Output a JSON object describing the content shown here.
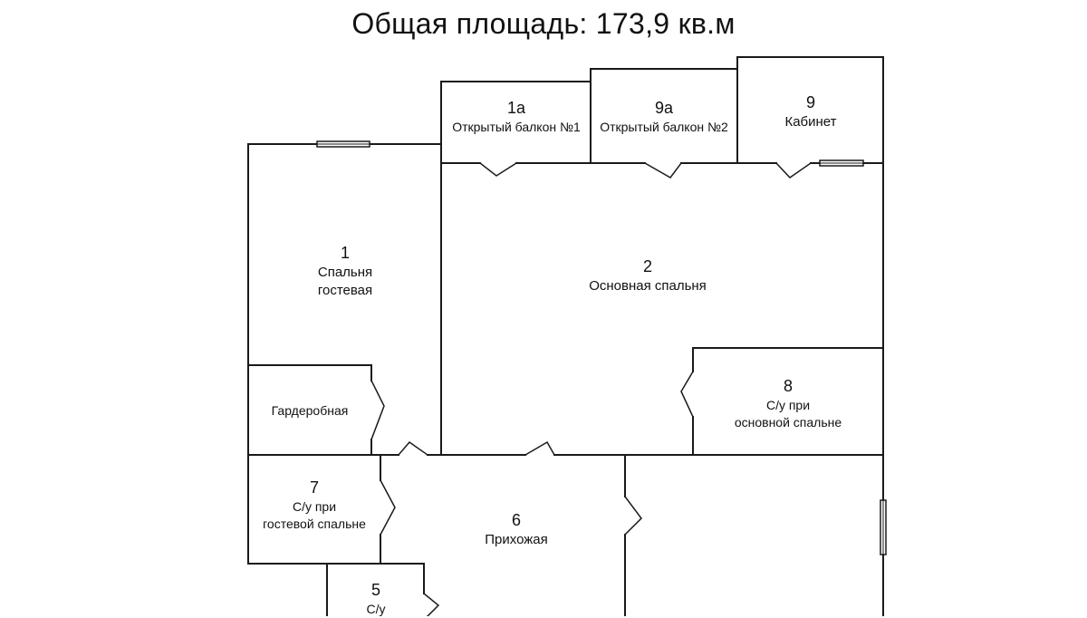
{
  "title": "Общая площадь: 173,9 кв.м",
  "rooms": {
    "r1a": {
      "num": "1а",
      "name": "Открытый балкон №1"
    },
    "r9a": {
      "num": "9а",
      "name": "Открытый балкон №2"
    },
    "r9": {
      "num": "9",
      "name": "Кабинет"
    },
    "r1": {
      "num": "1",
      "name1": "Спальня",
      "name2": "гостевая"
    },
    "r2": {
      "num": "2",
      "name": "Основная спальня"
    },
    "r8": {
      "num": "8",
      "name1": "С/у при",
      "name2": "основной спальне"
    },
    "wardrobe": {
      "name": "Гардеробная"
    },
    "r7": {
      "num": "7",
      "name1": "С/у при",
      "name2": "гостевой спальне"
    },
    "r6": {
      "num": "6",
      "name": "Прихожая"
    },
    "r5": {
      "num": "5",
      "name": "С/у"
    }
  },
  "colors": {
    "wall": "#1a1a1a",
    "background": "#ffffff"
  }
}
